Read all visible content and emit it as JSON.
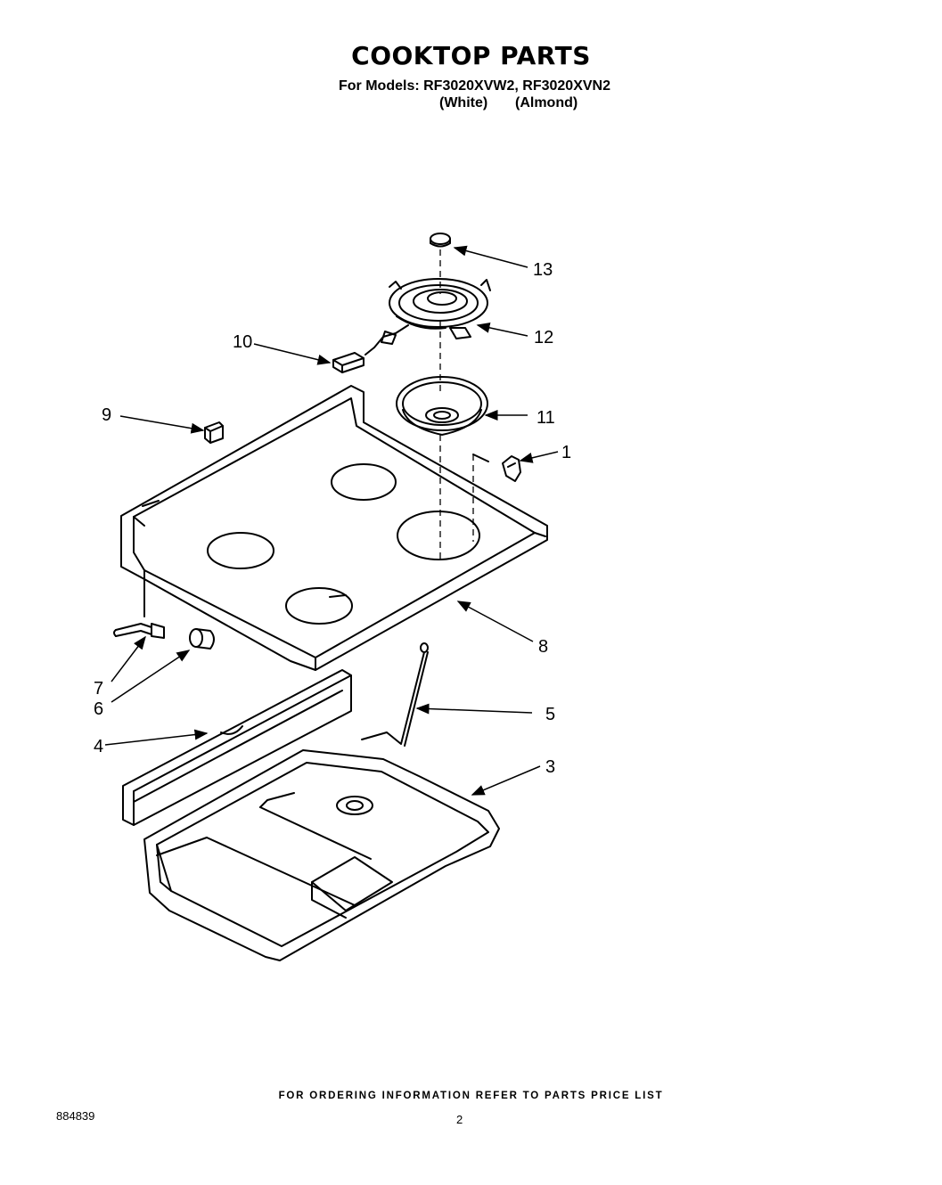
{
  "header": {
    "title": "COOKTOP PARTS",
    "models_line": "For Models: RF3020XVW2, RF3020XVN2",
    "variant_white": "(White)",
    "variant_almond": "(Almond)"
  },
  "callouts": {
    "c1": "1",
    "c3": "3",
    "c4": "4",
    "c5": "5",
    "c6": "6",
    "c7": "7",
    "c8": "8",
    "c9": "9",
    "c10": "10",
    "c11": "11",
    "c12": "12",
    "c13": "13"
  },
  "footer": {
    "ordering_note": "FOR ORDERING INFORMATION REFER TO PARTS PRICE LIST",
    "doc_number": "884839",
    "page_number": "2"
  }
}
